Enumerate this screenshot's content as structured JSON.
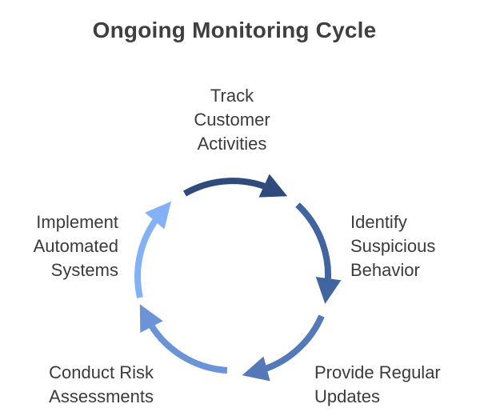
{
  "title": "Ongoing Monitoring Cycle",
  "steps": [
    {
      "id": "track",
      "lines": [
        "Track",
        "Customer",
        "Activities"
      ],
      "color": "#2f4b7c"
    },
    {
      "id": "identify",
      "lines": [
        "Identify",
        "Suspicious",
        "Behavior"
      ],
      "color": "#41659e"
    },
    {
      "id": "provide",
      "lines": [
        "Provide Regular",
        "Updates"
      ],
      "color": "#5478b8"
    },
    {
      "id": "conduct",
      "lines": [
        "Conduct Risk",
        "Assessments"
      ],
      "color": "#6a93d8"
    },
    {
      "id": "implement",
      "lines": [
        "Implement",
        "Automated",
        "Systems"
      ],
      "color": "#82b2f5"
    }
  ]
}
